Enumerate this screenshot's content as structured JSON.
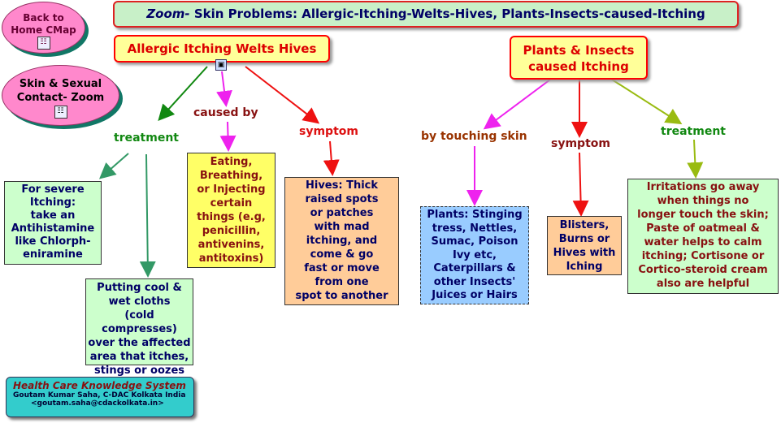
{
  "title": {
    "prefix": "Zoom-",
    "text": "Skin Problems: Allergic-Itching-Welts-Hives, Plants-Insects-caused-Itching"
  },
  "back_home": {
    "lines": [
      "Back to",
      "Home CMap"
    ],
    "icon": "cmap-icon"
  },
  "skin_sexual": {
    "lines": [
      "Skin & Sexual",
      "Contact- Zoom"
    ],
    "icon": "cmap-icon"
  },
  "allergic_hub": {
    "label": "Allergic Itching Welts Hives",
    "icon": "image-icon"
  },
  "plants_hub": {
    "lines": [
      "Plants & Insects",
      "caused Itching"
    ]
  },
  "links": {
    "treatment_left": "treatment",
    "caused_by": "caused by",
    "symptom_left": "symptom",
    "by_touching": "by touching skin",
    "symptom_right": "symptom",
    "treatment_right": "treatment"
  },
  "concepts": {
    "severe_itching": [
      "For severe",
      "Itching:",
      "take an",
      "Antihistamine",
      "like Chlorph-",
      "eniramine"
    ],
    "cool_cloths": [
      "Putting cool &",
      "wet cloths",
      "(cold compresses)",
      "over the affected",
      "area that itches,",
      "stings or oozes"
    ],
    "eating": [
      "Eating,",
      "Breathing,",
      "or Injecting",
      "certain",
      "things (e.g,",
      "penicillin,",
      "antivenins,",
      "antitoxins)"
    ],
    "hives": [
      "Hives: Thick",
      "raised  spots",
      "or patches",
      "with mad",
      "itching, and",
      "come & go",
      "fast or move",
      "from one",
      "spot to another"
    ],
    "plants_list": [
      "Plants: Stinging",
      "tress, Nettles,",
      "Sumac, Poison",
      "Ivy etc,",
      "Caterpillars &",
      "other Insects'",
      "Juices or Hairs"
    ],
    "blisters": [
      "Blisters,",
      "Burns or",
      "Hives with",
      "Iching"
    ],
    "irritations": [
      "Irritations go away",
      "when things no",
      "longer touch the skin;",
      "Paste of oatmeal &",
      "water helps to calm",
      "itching;  Cortisone or",
      "Cortico-steroid cream",
      "also are helpful"
    ]
  },
  "footer": {
    "title": "Health Care Knowledge System",
    "author": "Goutam Kumar Saha, C-DAC Kolkata India",
    "email": "<goutam.saha@cdackolkata.in>"
  },
  "colors": {
    "title_bg": "#c8f0c8",
    "hub_bg": "#ffff99",
    "hub_border": "#ff0000",
    "pink_oval": "#ff88cc",
    "green_box": "#ccffcc",
    "yellow_box": "#ffff66",
    "orange_box": "#ffcc99",
    "blue_box": "#99ccff",
    "teal_footer": "#33cccc"
  }
}
